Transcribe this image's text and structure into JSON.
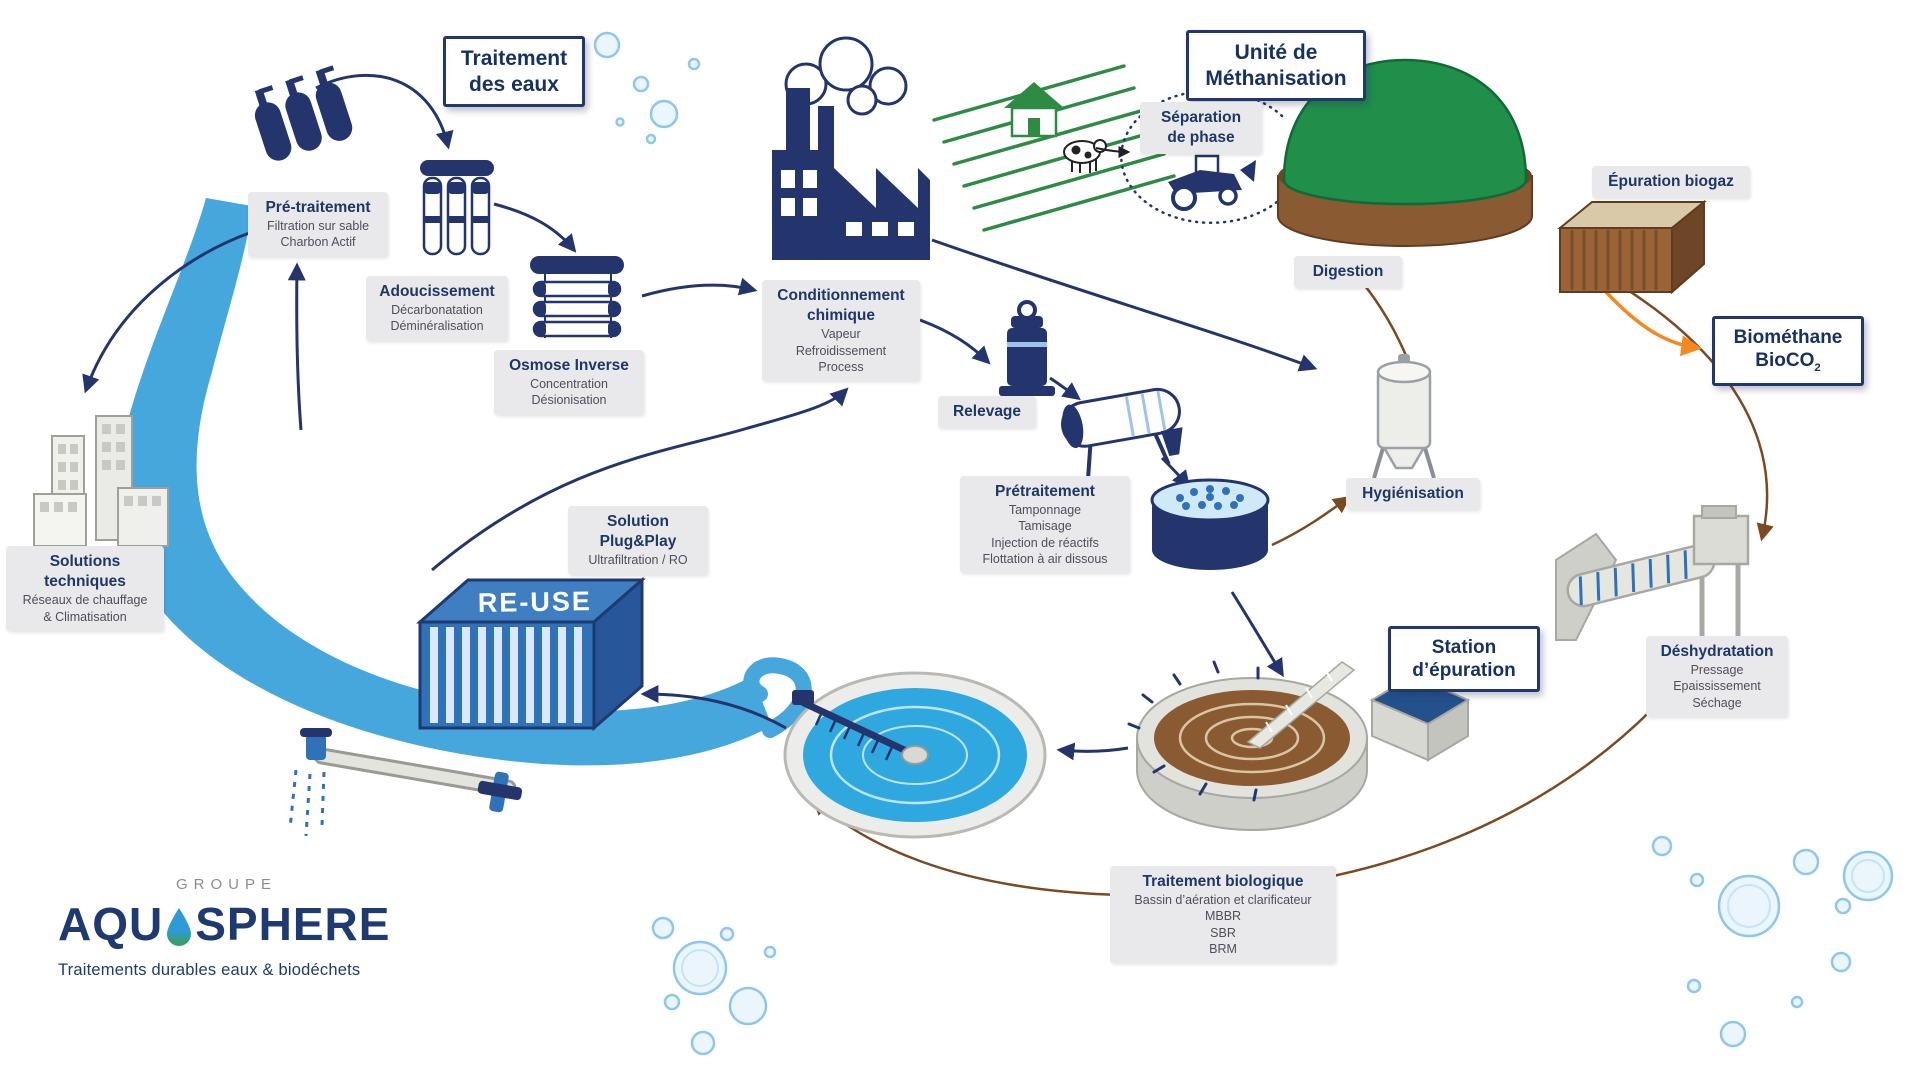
{
  "colors": {
    "navy": "#24356e",
    "river_blue": "#45a7dc",
    "dome_green": "#1f8f4a",
    "earth_brown": "#8a5a33",
    "sludge_arrow_brown": "#7a4a21",
    "biogas_arrow_orange": "#f5881f",
    "container_blue": "#2f72b8",
    "label_gray": "#e9e9ec"
  },
  "title_boxes": {
    "traitement_eaux": {
      "line1": "Traitement",
      "line2": "des eaux"
    },
    "unite_methanisation": {
      "line1": "Unité de",
      "line2": "Méthanisation"
    },
    "biomethane": {
      "line1": "Biométhane",
      "line2_base": "BioCO",
      "line2_sub": "2"
    },
    "station_epuration": {
      "line1": "Station",
      "line2": "d’épuration"
    }
  },
  "labels": {
    "pre_traitement": {
      "title": "Pré-traitement",
      "lines": [
        "Filtration sur sable",
        "Charbon Actif"
      ]
    },
    "adoucissement": {
      "title": "Adoucissement",
      "lines": [
        "Décarbonatation",
        "Déminéralisation"
      ]
    },
    "osmose_inverse": {
      "title": "Osmose Inverse",
      "lines": [
        "Concentration",
        "Désionisation"
      ]
    },
    "conditionnement_chimique": {
      "title": "Conditionnement chimique",
      "lines": [
        "Vapeur",
        "Refroidissement",
        "Process"
      ]
    },
    "separation_de_phase": {
      "title_line1": "Séparation",
      "title_line2": "de phase"
    },
    "digestion": {
      "title": "Digestion"
    },
    "epuration_biogaz": {
      "title": "Épuration biogaz"
    },
    "relevage": {
      "title": "Relevage"
    },
    "pretraitement": {
      "title": "Prétraitement",
      "lines": [
        "Tamponnage",
        "Tamisage",
        "Injection de réactifs",
        "Flottation à air dissous"
      ]
    },
    "hygienisation": {
      "title": "Hygiénisation"
    },
    "solution_plug_play": {
      "title_line1": "Solution",
      "title_line2": "Plug&Play",
      "lines": [
        "Ultrafiltration / RO"
      ]
    },
    "solutions_techniques": {
      "title_line1": "Solutions",
      "title_line2": "techniques",
      "lines": [
        "Réseaux de chauffage",
        "& Climatisation"
      ]
    },
    "traitement_biologique": {
      "title": "Traitement biologique",
      "lines": [
        "Bassin d’aération et clarificateur",
        "MBBR",
        "SBR",
        "BRM"
      ]
    },
    "deshydratation": {
      "title": "Déshydratation",
      "lines": [
        "Pressage",
        "Epaississement",
        "Séchage"
      ]
    },
    "reuse_container": {
      "label": "RE-USE"
    }
  },
  "logo": {
    "groupe": "GROUPE",
    "name_part1": "AQU",
    "name_part2": "SPHERE",
    "tagline": "Traitements durables eaux & biodéchets"
  }
}
